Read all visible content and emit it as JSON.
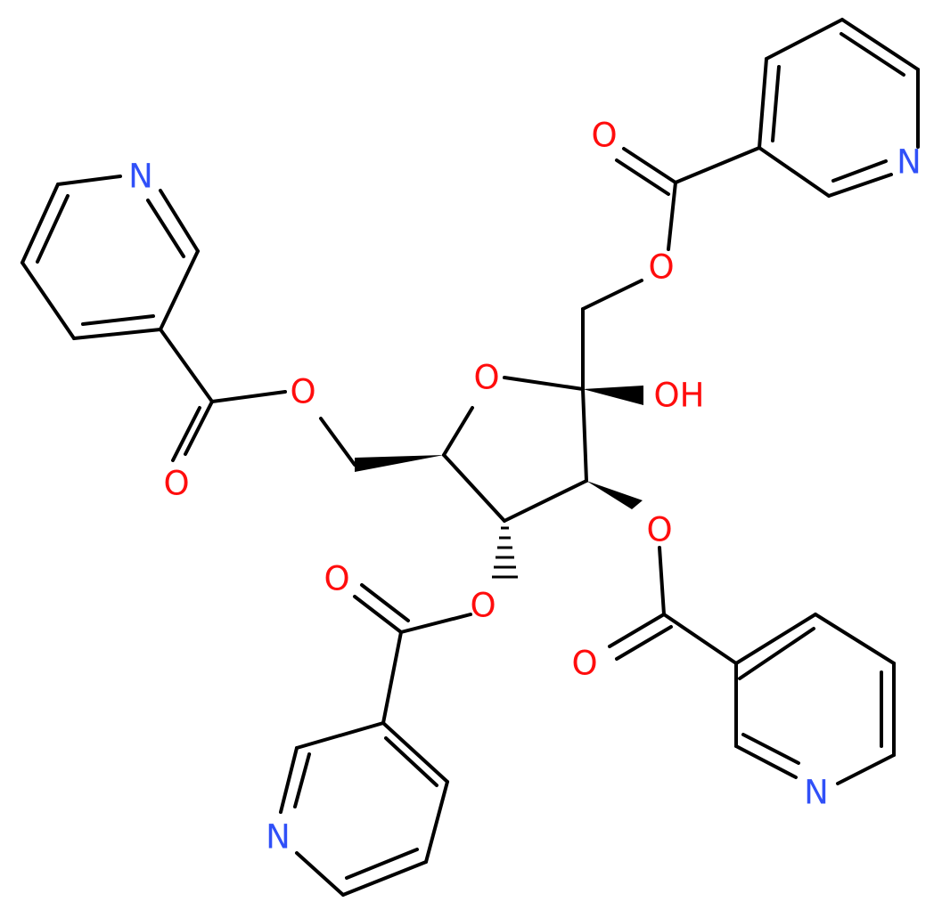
{
  "molecule": {
    "atoms": [
      {
        "id": "a1",
        "symbol": "N",
        "label": "N"
      },
      {
        "id": "a2",
        "symbol": "O",
        "label": "O"
      },
      {
        "id": "a3",
        "symbol": "O",
        "label": "O"
      },
      {
        "id": "a4",
        "symbol": "N",
        "label": "N"
      },
      {
        "id": "a5",
        "symbol": "O",
        "label": "O"
      },
      {
        "id": "a6",
        "symbol": "O",
        "label": "O"
      },
      {
        "id": "a7",
        "symbol": "OH",
        "label": "OH"
      },
      {
        "id": "a8",
        "symbol": "O",
        "label": "O"
      },
      {
        "id": "a9",
        "symbol": "O",
        "label": "O"
      },
      {
        "id": "a10",
        "symbol": "O",
        "label": "O"
      },
      {
        "id": "a11",
        "symbol": "O",
        "label": "O"
      },
      {
        "id": "a12",
        "symbol": "O",
        "label": "O"
      },
      {
        "id": "a13",
        "symbol": "N",
        "label": "N"
      },
      {
        "id": "a14",
        "symbol": "N",
        "label": "N"
      }
    ],
    "colors": {
      "oxygen": "#ff0d0d",
      "nitrogen": "#3050f8",
      "bond": "#000000"
    }
  }
}
